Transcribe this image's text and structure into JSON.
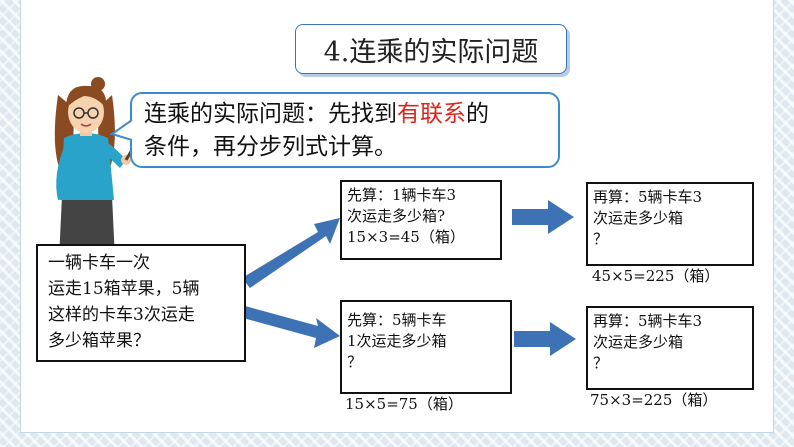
{
  "title": "4.连乘的实际问题",
  "tip": {
    "line1_pre": "连乘的实际问题：先找到",
    "line1_highlight": "有联系",
    "line1_post": "的",
    "line2": "条件，再分步列式计算。"
  },
  "problem": {
    "lines": [
      "一辆卡车一次",
      "运走15箱苹果，5辆",
      "这样的卡车3次运走",
      "多少箱苹果？"
    ]
  },
  "method1": {
    "step1": {
      "lines": [
        "先算：1辆卡车3",
        "次运走多少箱?",
        "15×3=45（箱）"
      ]
    },
    "step2": {
      "lines": [
        "再算：5辆卡车3",
        "次运走多少箱",
        "？"
      ],
      "calc": "45×5=225（箱）"
    }
  },
  "method2": {
    "step1": {
      "lines": [
        "先算：5辆卡车",
        "1次运走多少箱",
        "？"
      ],
      "calc": "15×5=75（箱）"
    },
    "step2": {
      "lines": [
        "再算：5辆卡车3",
        "次运走多少箱",
        "？"
      ],
      "calc": "75×3=225（箱）"
    }
  },
  "colors": {
    "accent": "#3b73b9",
    "arrow": "#3d72b4",
    "highlight": "#e2231a"
  },
  "icons": {
    "teacher": "teacher-illustration"
  }
}
